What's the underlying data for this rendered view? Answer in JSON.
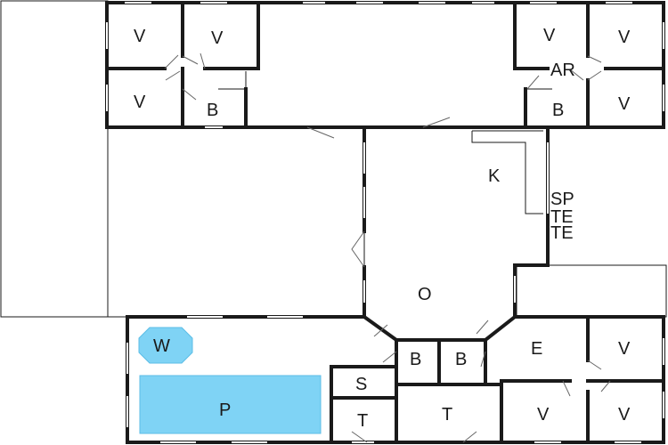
{
  "rooms": [
    {
      "id": "v1",
      "label": "V"
    },
    {
      "id": "v2",
      "label": "V"
    },
    {
      "id": "v3",
      "label": "V"
    },
    {
      "id": "b1",
      "label": "B"
    },
    {
      "id": "v4",
      "label": "V"
    },
    {
      "id": "v5",
      "label": "V"
    },
    {
      "id": "ar",
      "label": "AR"
    },
    {
      "id": "b2",
      "label": "B"
    },
    {
      "id": "v6",
      "label": "V"
    },
    {
      "id": "k",
      "label": "K"
    },
    {
      "id": "sp",
      "label": "SP"
    },
    {
      "id": "te1",
      "label": "TE"
    },
    {
      "id": "te2",
      "label": "TE"
    },
    {
      "id": "o",
      "label": "O"
    },
    {
      "id": "w",
      "label": "W"
    },
    {
      "id": "b3",
      "label": "B"
    },
    {
      "id": "b4",
      "label": "B"
    },
    {
      "id": "e",
      "label": "E"
    },
    {
      "id": "v7",
      "label": "V"
    },
    {
      "id": "s",
      "label": "S"
    },
    {
      "id": "p",
      "label": "P"
    },
    {
      "id": "t1",
      "label": "T"
    },
    {
      "id": "t2",
      "label": "T"
    },
    {
      "id": "v8",
      "label": "V"
    },
    {
      "id": "v9",
      "label": "V"
    }
  ],
  "colors": {
    "wall": "#1a1a1a",
    "pool": "#7fd3f5",
    "background": "#ffffff"
  }
}
